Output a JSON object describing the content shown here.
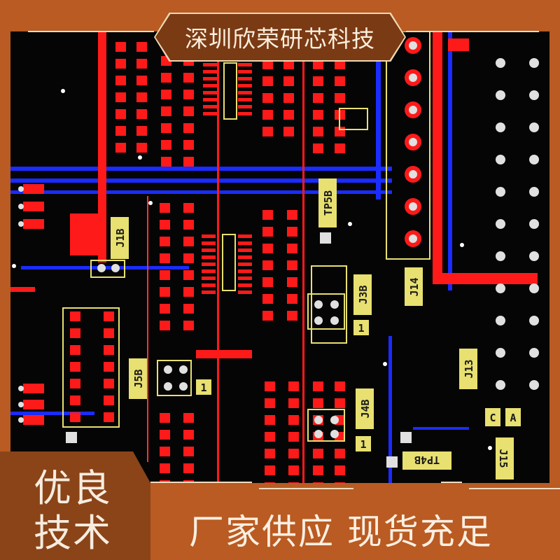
{
  "header": {
    "company_name": "深圳欣荣研芯科技"
  },
  "badge": {
    "line1": "优良",
    "line2": "技术"
  },
  "slogan": {
    "text": "厂家供应  现货充足"
  },
  "pcb": {
    "labels": {
      "j1b": "J1B",
      "tp5b": "TP5B",
      "j3b": "J3B",
      "j14": "J14",
      "j5b": "J5B",
      "j13": "J13",
      "j4b": "J4B",
      "tp4b": "TP4B",
      "j15": "J15",
      "c": "C",
      "a": "A",
      "pin1_a": "1",
      "pin1_b": "1",
      "pin1_c": "1"
    },
    "colors": {
      "copper_top": "#ff1a1a",
      "copper_bottom": "#1a2cff",
      "silkscreen": "#e8e070",
      "pad": "#e0e0e0"
    }
  }
}
